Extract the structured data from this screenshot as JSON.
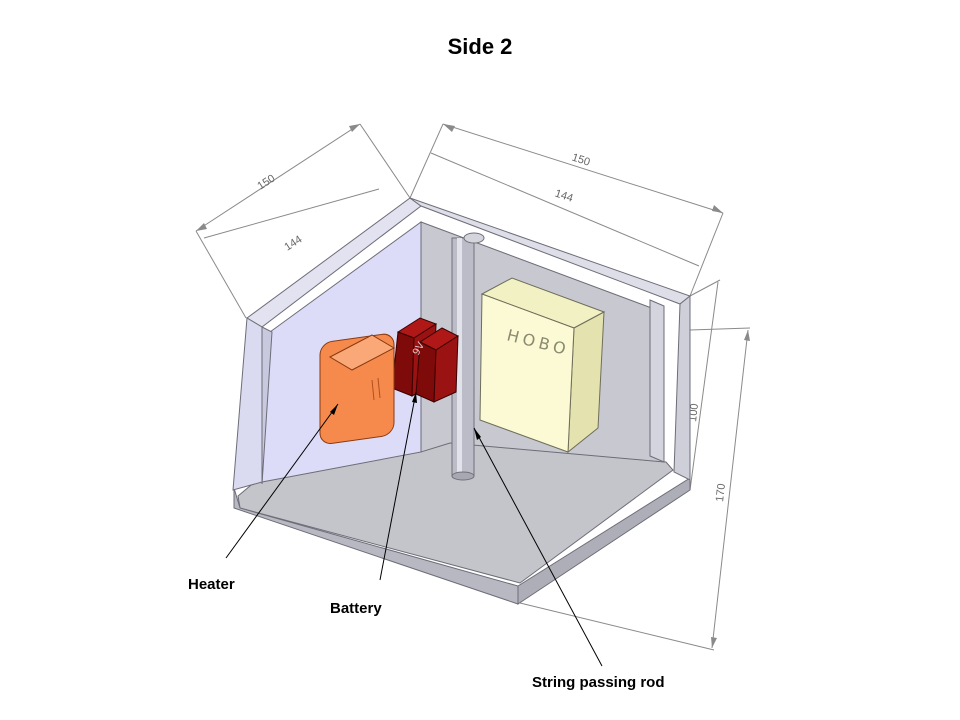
{
  "title": "Side 2",
  "labels": {
    "heater": "Heater",
    "battery": "Battery",
    "rod": "String passing rod"
  },
  "dimensions": {
    "outer_left_width": "150",
    "inner_left_width": "144",
    "outer_right_width": "150",
    "inner_right_width": "144",
    "inner_height": "100",
    "outer_height": "170"
  },
  "components": {
    "hobo_marking": "HOBO",
    "battery_marking": "9V"
  },
  "colors": {
    "wall_left": "#d8d8f6",
    "wall_back": "#c6c6ce",
    "floor": "#c2c2ca",
    "rim": "#d6d6e6",
    "heater": "#f5874a",
    "battery": "#8f1010",
    "hobo": "#fbfad0",
    "rod": "#b8b8c4"
  }
}
